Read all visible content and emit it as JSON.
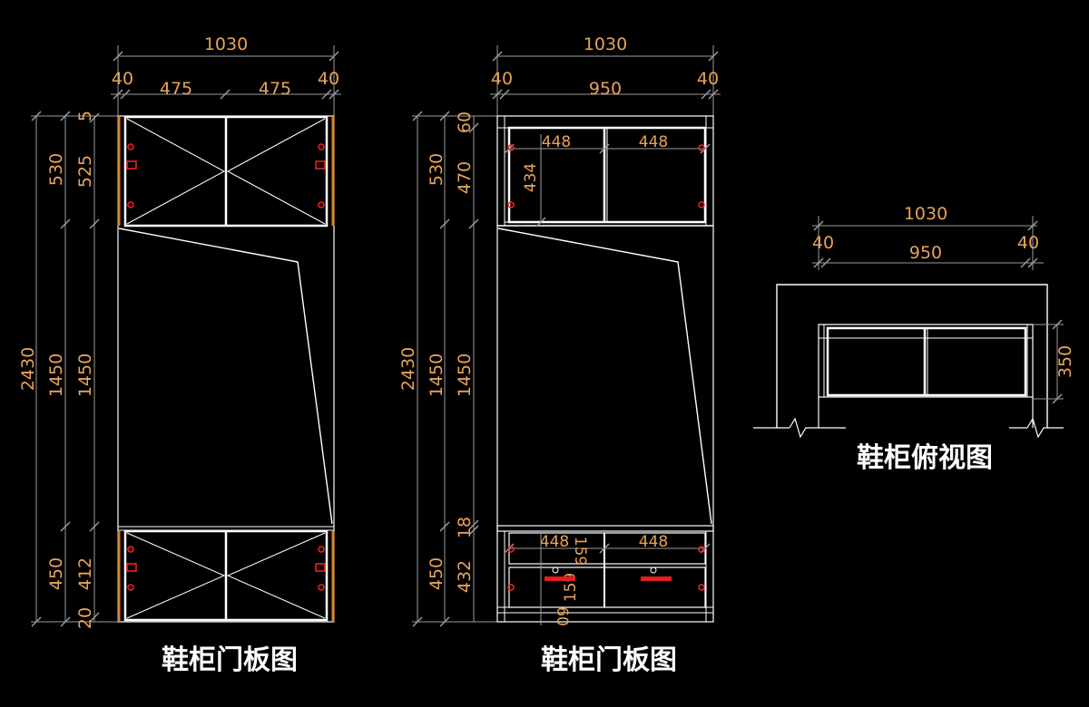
{
  "drawings": {
    "door_left": {
      "caption": "鞋柜门板图",
      "top": {
        "overall": "1030",
        "left_side": "40",
        "panel_a": "475",
        "panel_b": "475",
        "right_side": "40"
      },
      "left": {
        "total": "2430",
        "upper": "530",
        "middle": "1450",
        "lower": "450",
        "bottom": "20",
        "inner_gap": "5",
        "inner_upper": "525",
        "inner_middle": "1450",
        "inner_lower": "412"
      }
    },
    "door_right": {
      "caption": "鞋柜门板图",
      "top": {
        "overall": "1030",
        "left_side": "40",
        "inner": "950",
        "right_side": "40"
      },
      "left": {
        "total": "2430",
        "upper": "530",
        "middle": "1450",
        "lower": "450",
        "inner_top": "60",
        "inner_upper": "470",
        "inner_middle": "1450",
        "inner_shelf": "18",
        "inner_lower": "432"
      },
      "cells": {
        "upper_a": "448",
        "upper_b": "448",
        "upper_h": "434",
        "lower_a": "448",
        "lower_b": "448",
        "drawer_h1": "159",
        "drawer_h2": "159",
        "plinth": "60"
      }
    },
    "plan": {
      "caption": "鞋柜俯视图",
      "top": {
        "overall": "1030",
        "left_side": "40",
        "inner": "950",
        "right_side": "40"
      },
      "right": {
        "depth": "350"
      }
    }
  },
  "colors": {
    "background": "#000000",
    "lines": "#ffffff",
    "dimension_text": "#e7a25a",
    "hinge": "#ff2020",
    "edge": "#d9822b"
  }
}
